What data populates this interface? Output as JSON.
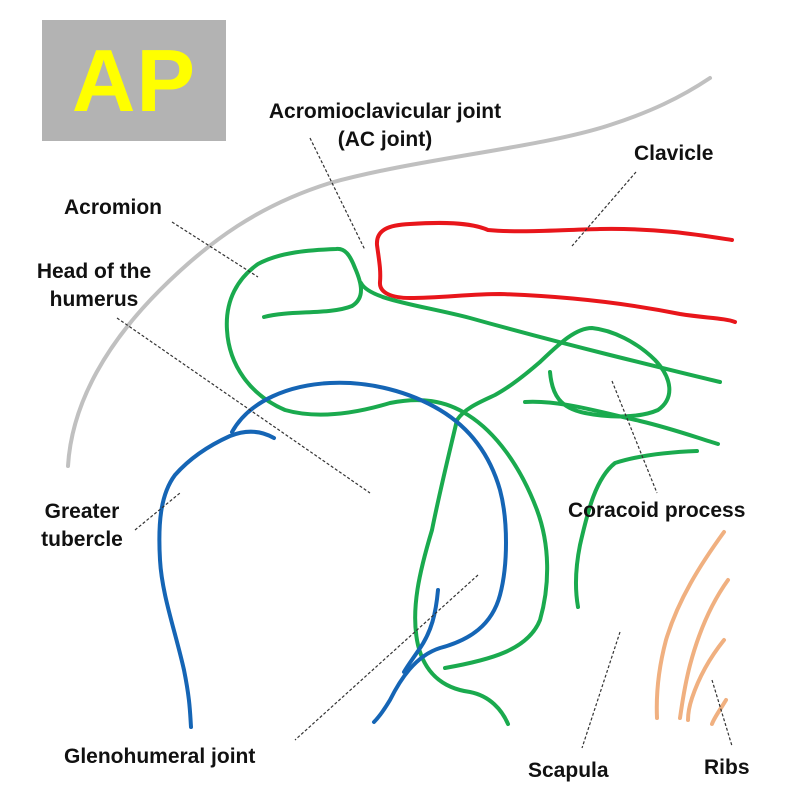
{
  "badge": {
    "text": "AP",
    "background": "#b3b3b3",
    "color": "#ffff00"
  },
  "labels": {
    "ac_joint_line1": "Acromioclavicular joint",
    "ac_joint_line2": "(AC joint)",
    "clavicle": "Clavicle",
    "acromion": "Acromion",
    "head_line1": "Head of the",
    "head_line2": "humerus",
    "greater_line1": "Greater",
    "greater_line2": "tubercle",
    "coracoid": "Coracoid process",
    "glenohumeral": "Glenohumeral joint",
    "scapula": "Scapula",
    "ribs": "Ribs"
  },
  "colors": {
    "soft_tissue_outline": "#c0c0c0",
    "clavicle": "#e8161b",
    "scapula": "#1aaa4e",
    "humerus": "#1565b5",
    "ribs": "#f0b080",
    "leader_lines": "#333333"
  }
}
